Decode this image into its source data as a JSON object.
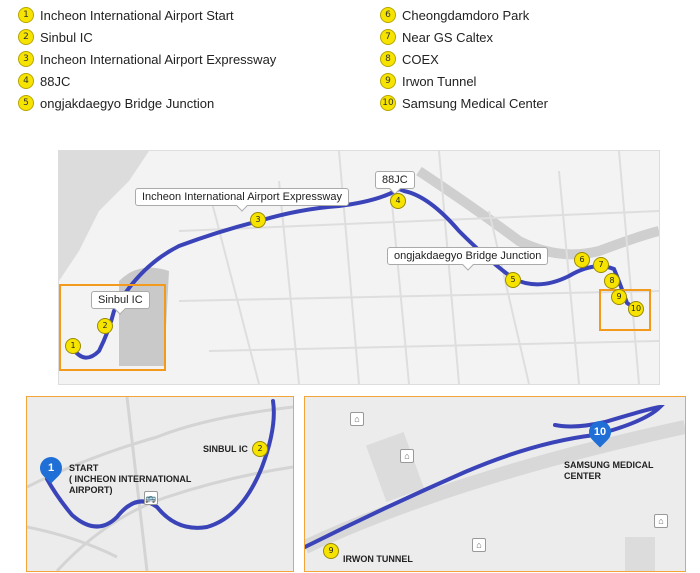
{
  "legend": [
    {
      "num": "1",
      "label": "Incheon International Airport Start"
    },
    {
      "num": "2",
      "label": "Sinbul IC"
    },
    {
      "num": "3",
      "label": "Incheon International Airport Expressway"
    },
    {
      "num": "4",
      "label": "88JC"
    },
    {
      "num": "5",
      "label": "ongjakdaegyo Bridge Junction"
    },
    {
      "num": "6",
      "label": "Cheongdamdoro Park"
    },
    {
      "num": "7",
      "label": "Near GS Caltex"
    },
    {
      "num": "8",
      "label": "COEX"
    },
    {
      "num": "9",
      "label": "Irwon Tunnel"
    },
    {
      "num": "10",
      "label": "Samsung Medical Center"
    }
  ],
  "main_map": {
    "callouts": {
      "sinbul": "Sinbul IC",
      "expressway": "Incheon International Airport Expressway",
      "jc88": "88JC",
      "bridge": "ongjakdaegyo Bridge Junction"
    },
    "route_color": "#3a44b8",
    "highlight_color": "#f39a1c"
  },
  "inset_left": {
    "start_pin": "1",
    "start_label_1": "START",
    "start_label_2": "( INCHEON INTERNATIONAL",
    "start_label_3": "AIRPORT)",
    "sinbul_label": "SINBUL IC",
    "sinbul_num": "2",
    "bus_icon": "🚌"
  },
  "inset_right": {
    "end_pin": "10",
    "end_label_1": "SAMSUNG MEDICAL",
    "end_label_2": "CENTER",
    "tunnel_label": "IRWON TUNNEL",
    "tunnel_num": "9"
  }
}
